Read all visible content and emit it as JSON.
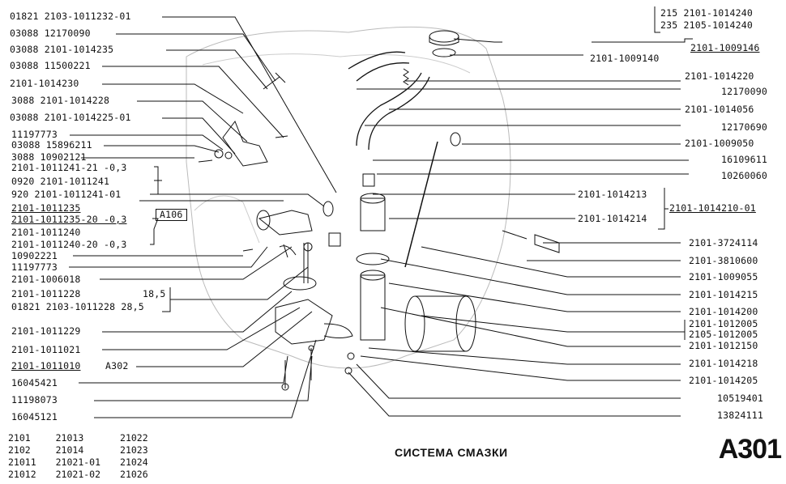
{
  "labels_left": [
    "01821 2103-1011232-01",
    "03088 12170090",
    "03088 2101-1014235",
    "03088 11500221",
    "2101-1014230",
    "3088 2101-1014228",
    "03088 2101-1014225-01",
    "11197773",
    "03088 15896211",
    "3088 10902121",
    "2101-1011241-21 -0,3",
    "0920 2101-1011241",
    "920 2101-1011241-01",
    "2101-1011235",
    "2101-1011235-20 -0,3",
    "2101-1011240",
    "2101-1011240-20 -0,3",
    "10902221",
    "11197773",
    "2101-1006018",
    "2101-1011228",
    "01821 2103-1011228 28,5",
    "2101-1011229",
    "2101-1011021",
    "2101-1011010",
    "16045421",
    "11198073",
    "16045121"
  ],
  "side_a106": "A106",
  "side_a302": "A302",
  "side_185": "18,5",
  "labels_right": [
    "215 2101-1014240",
    "235 2105-1014240",
    "2101-1009146",
    "2101-1009140",
    "2101-1014220",
    "12170090",
    "2101-1014056",
    "12170690",
    "2101-1009050",
    "16109611",
    "10260060",
    "2101-1014213",
    "2101-1014210-01",
    "2101-1014214",
    "2101-3724114",
    "2101-3810600",
    "2101-1009055",
    "2101-1014215",
    "2101-1014200",
    "2101-1012005",
    "2105-1012005",
    "2101-1012150",
    "2101-1014218",
    "2101-1014205",
    "10519401",
    "13824111"
  ],
  "models": [
    [
      "2101",
      "21013",
      "21022"
    ],
    [
      "2102",
      "21014",
      "21023"
    ],
    [
      "21011",
      "21021-01",
      "21024"
    ],
    [
      "21012",
      "21021-02",
      "21026"
    ]
  ],
  "title": "СИСТЕМА СМАЗКИ",
  "code": "A301"
}
